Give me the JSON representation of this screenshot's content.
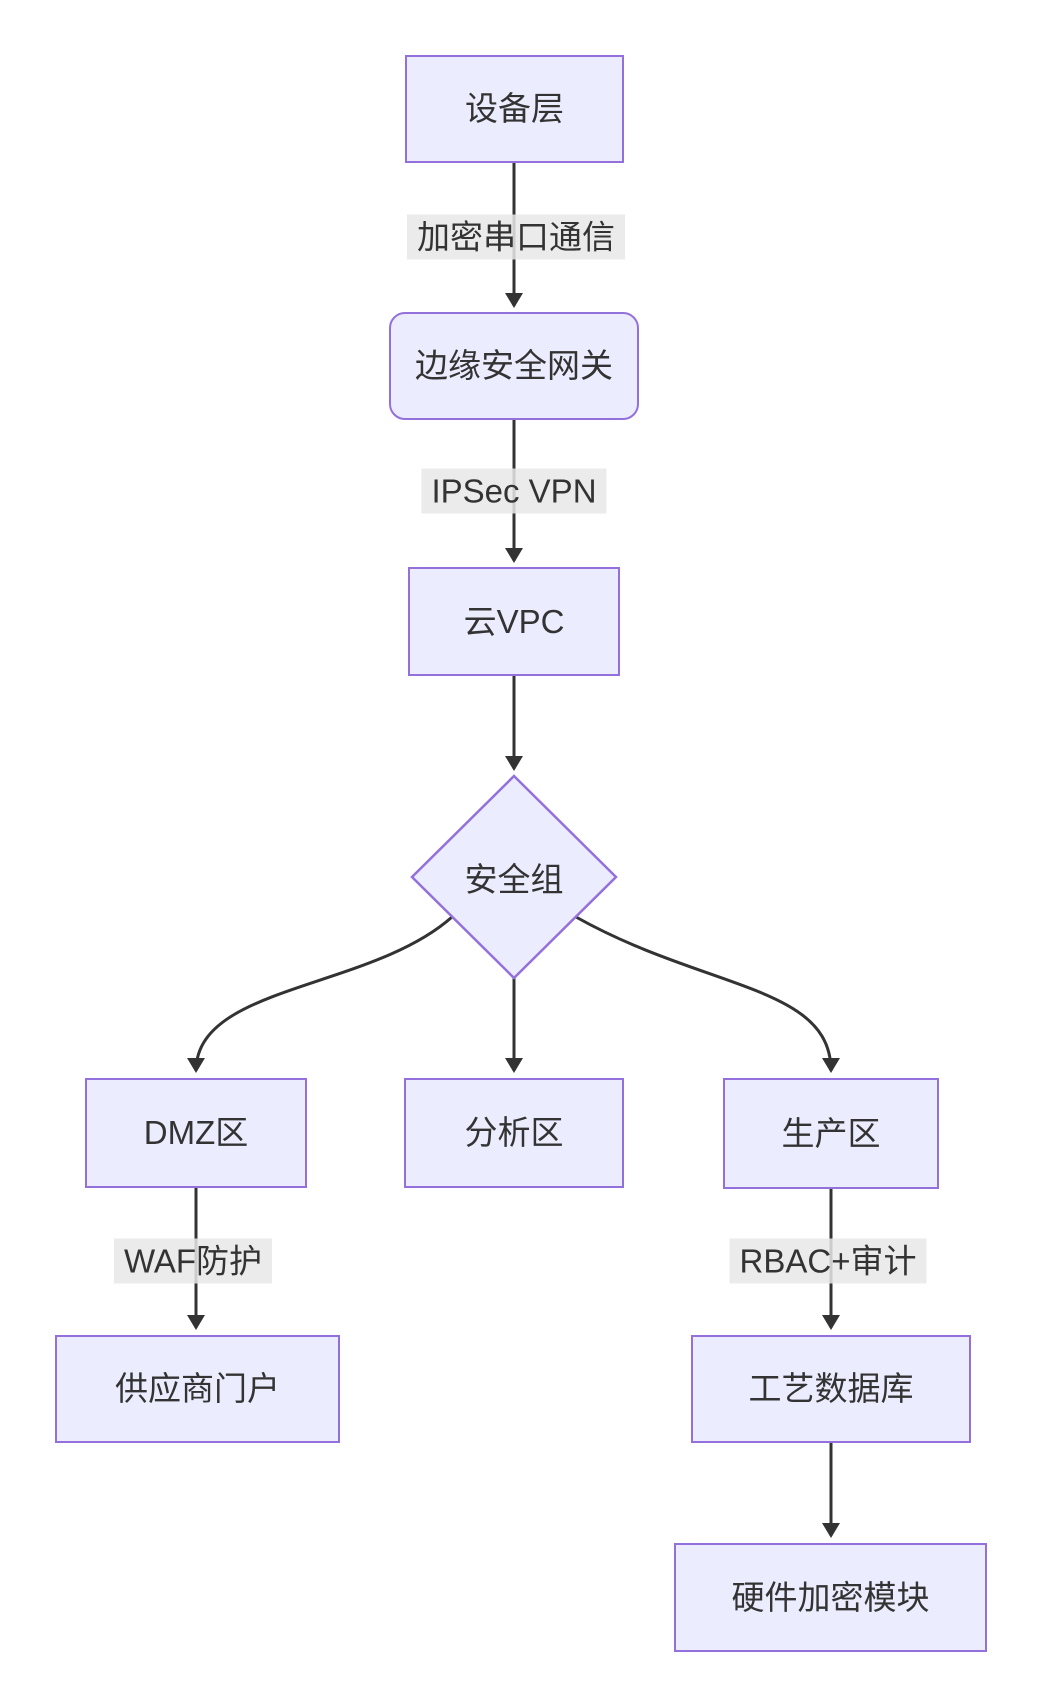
{
  "diagram": {
    "type": "flowchart",
    "direction": "top-down",
    "colors": {
      "background": "#FFFFFF",
      "node_fill": "#ECECFF",
      "node_border": "#9370DB",
      "edge_line": "#333333",
      "edge_label_bg": "#E8E8E8",
      "text": "#333333"
    },
    "nodes": [
      {
        "id": "device-layer",
        "label": "设备层",
        "shape": "rect"
      },
      {
        "id": "edge-gateway",
        "label": "边缘安全网关",
        "shape": "rounded-rect"
      },
      {
        "id": "cloud-vpc",
        "label": "云VPC",
        "shape": "rect"
      },
      {
        "id": "security-group",
        "label": "安全组",
        "shape": "diamond"
      },
      {
        "id": "dmz-zone",
        "label": "DMZ区",
        "shape": "rect"
      },
      {
        "id": "analysis-zone",
        "label": "分析区",
        "shape": "rect"
      },
      {
        "id": "production-zone",
        "label": "生产区",
        "shape": "rect"
      },
      {
        "id": "supplier-portal",
        "label": "供应商门户",
        "shape": "rect"
      },
      {
        "id": "process-database",
        "label": "工艺数据库",
        "shape": "rect"
      },
      {
        "id": "hardware-encryption-module",
        "label": "硬件加密模块",
        "shape": "rect"
      }
    ],
    "edges": [
      {
        "from": "device-layer",
        "to": "edge-gateway",
        "label": "加密串口通信"
      },
      {
        "from": "edge-gateway",
        "to": "cloud-vpc",
        "label": "IPSec VPN"
      },
      {
        "from": "cloud-vpc",
        "to": "security-group",
        "label": ""
      },
      {
        "from": "security-group",
        "to": "dmz-zone",
        "label": ""
      },
      {
        "from": "security-group",
        "to": "analysis-zone",
        "label": ""
      },
      {
        "from": "security-group",
        "to": "production-zone",
        "label": ""
      },
      {
        "from": "dmz-zone",
        "to": "supplier-portal",
        "label": "WAF防护"
      },
      {
        "from": "production-zone",
        "to": "process-database",
        "label": "RBAC+审计"
      },
      {
        "from": "process-database",
        "to": "hardware-encryption-module",
        "label": ""
      }
    ]
  }
}
